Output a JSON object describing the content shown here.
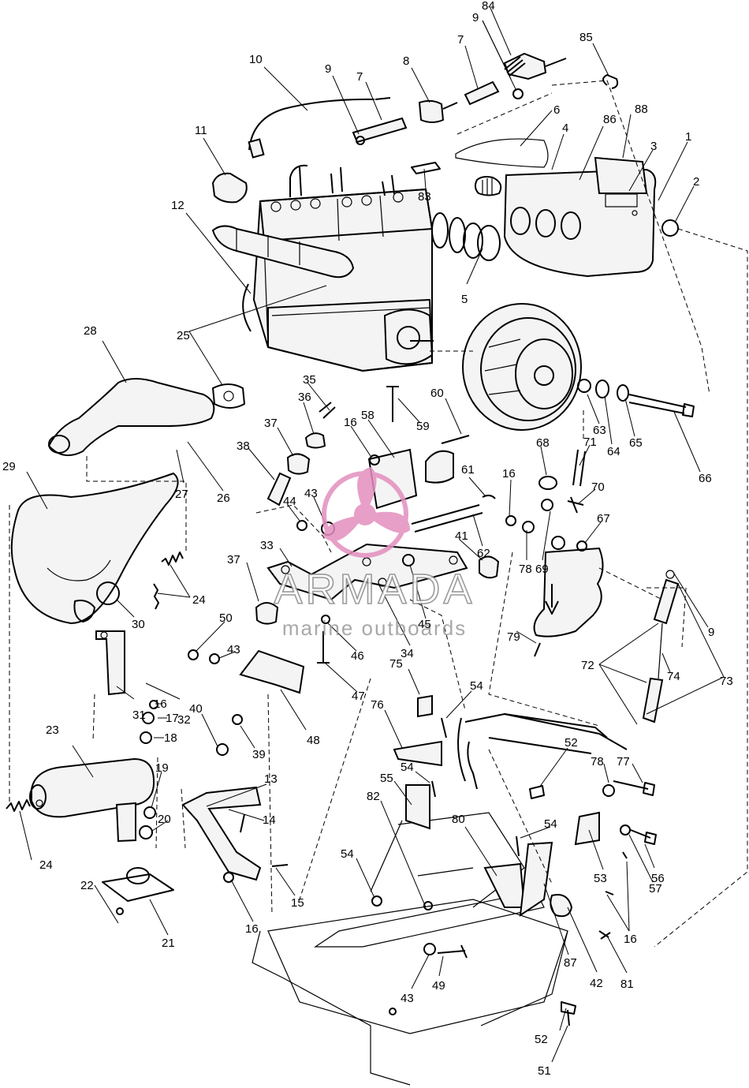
{
  "watermark": {
    "brand": "ARMADA",
    "tagline": "marine outboards",
    "logo_color": "#e38fbe"
  },
  "callouts": [
    {
      "n": "84"
    },
    {
      "n": "9"
    },
    {
      "n": "85"
    },
    {
      "n": "10"
    },
    {
      "n": "9"
    },
    {
      "n": "7"
    },
    {
      "n": "8"
    },
    {
      "n": "7"
    },
    {
      "n": "88"
    },
    {
      "n": "6"
    },
    {
      "n": "86"
    },
    {
      "n": "4"
    },
    {
      "n": "3"
    },
    {
      "n": "1"
    },
    {
      "n": "11"
    },
    {
      "n": "2"
    },
    {
      "n": "83"
    },
    {
      "n": "12"
    },
    {
      "n": "5"
    },
    {
      "n": "28"
    },
    {
      "n": "25"
    },
    {
      "n": "35"
    },
    {
      "n": "59"
    },
    {
      "n": "60"
    },
    {
      "n": "36"
    },
    {
      "n": "63"
    },
    {
      "n": "65"
    },
    {
      "n": "64"
    },
    {
      "n": "37"
    },
    {
      "n": "16"
    },
    {
      "n": "58"
    },
    {
      "n": "66"
    },
    {
      "n": "71"
    },
    {
      "n": "68"
    },
    {
      "n": "27"
    },
    {
      "n": "26"
    },
    {
      "n": "38"
    },
    {
      "n": "61"
    },
    {
      "n": "16"
    },
    {
      "n": "29"
    },
    {
      "n": "70"
    },
    {
      "n": "43"
    },
    {
      "n": "44"
    },
    {
      "n": "67"
    },
    {
      "n": "62"
    },
    {
      "n": "78"
    },
    {
      "n": "69"
    },
    {
      "n": "33"
    },
    {
      "n": "41"
    },
    {
      "n": "24"
    },
    {
      "n": "37"
    },
    {
      "n": "45"
    },
    {
      "n": "30"
    },
    {
      "n": "79"
    },
    {
      "n": "9"
    },
    {
      "n": "34"
    },
    {
      "n": "50"
    },
    {
      "n": "46"
    },
    {
      "n": "43"
    },
    {
      "n": "72"
    },
    {
      "n": "74"
    },
    {
      "n": "73"
    },
    {
      "n": "47"
    },
    {
      "n": "75"
    },
    {
      "n": "54"
    },
    {
      "n": "31"
    },
    {
      "n": "32"
    },
    {
      "n": "16"
    },
    {
      "n": "17"
    },
    {
      "n": "40"
    },
    {
      "n": "48"
    },
    {
      "n": "76"
    },
    {
      "n": "18"
    },
    {
      "n": "39"
    },
    {
      "n": "23"
    },
    {
      "n": "52"
    },
    {
      "n": "78"
    },
    {
      "n": "77"
    },
    {
      "n": "19"
    },
    {
      "n": "13"
    },
    {
      "n": "54"
    },
    {
      "n": "55"
    },
    {
      "n": "20"
    },
    {
      "n": "14"
    },
    {
      "n": "82"
    },
    {
      "n": "80"
    },
    {
      "n": "54"
    },
    {
      "n": "24"
    },
    {
      "n": "53"
    },
    {
      "n": "56"
    },
    {
      "n": "57"
    },
    {
      "n": "22"
    },
    {
      "n": "15"
    },
    {
      "n": "16"
    },
    {
      "n": "54"
    },
    {
      "n": "16"
    },
    {
      "n": "21"
    },
    {
      "n": "87"
    },
    {
      "n": "81"
    },
    {
      "n": "42"
    },
    {
      "n": "49"
    },
    {
      "n": "43"
    },
    {
      "n": "52"
    },
    {
      "n": "51"
    }
  ]
}
